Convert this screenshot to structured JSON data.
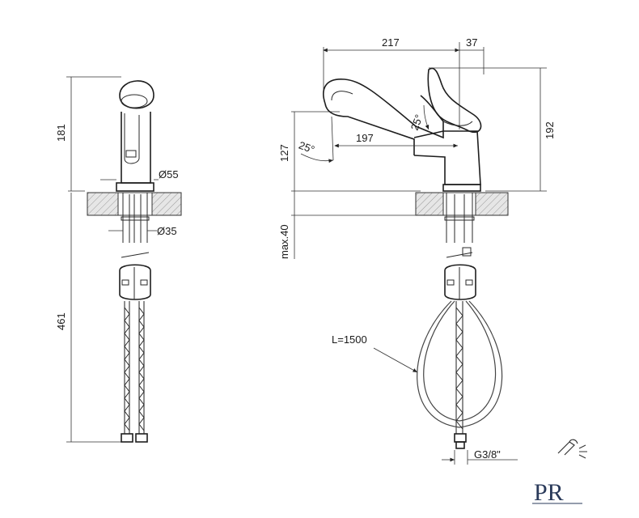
{
  "dimensions": {
    "left_height_top": "181",
    "left_height_bottom": "461",
    "diameter_body": "Ø55",
    "diameter_shank": "Ø35",
    "spout_length": "217",
    "lever_offset": "37",
    "spout_reach": "197",
    "total_height": "192",
    "spout_height": "127",
    "angle_spout": "25°",
    "angle_lever": "25°",
    "max_deck": "max.40",
    "hose_length": "L=1500",
    "thread": "G3/8\""
  },
  "logo": {
    "text": "PR"
  },
  "icon": "spray-head-icon"
}
